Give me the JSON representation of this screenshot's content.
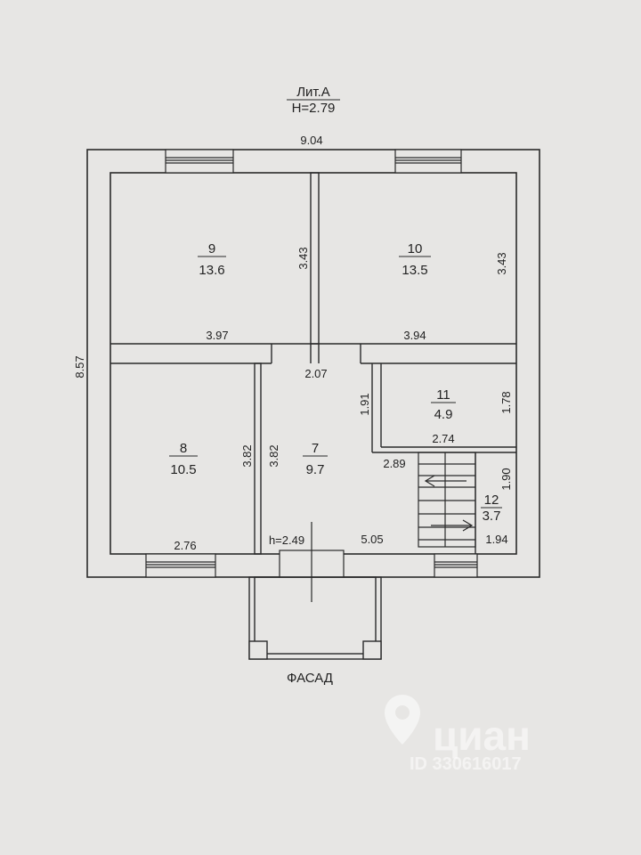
{
  "header": {
    "lit": "Лит.А",
    "height": "Н=2.79"
  },
  "facade_label": "ФАСАД",
  "overall": {
    "width": "9.04",
    "depth": "8.57"
  },
  "rooms": [
    {
      "id": "9",
      "number": "9",
      "area": "13.6",
      "dim_height": "3.43",
      "dim_width": "3.97"
    },
    {
      "id": "10",
      "number": "10",
      "area": "13.5",
      "dim_height": "3.43",
      "dim_width": "3.94"
    },
    {
      "id": "8",
      "number": "8",
      "area": "10.5",
      "dim_height": "3.82",
      "dim_width": "2.76"
    },
    {
      "id": "7",
      "number": "7",
      "area": "9.7",
      "dim_height": "3.82",
      "dim_width_top": "2.07",
      "dim_width_bottom": "5.05",
      "dim_mid": "2.89",
      "ceiling": "h=2.49"
    },
    {
      "id": "11",
      "number": "11",
      "area": "4.9",
      "dim_height": "1.78",
      "dim_left": "1.91",
      "dim_width": "2.74"
    },
    {
      "id": "12",
      "number": "12",
      "area": "3.7",
      "dim_height": "1.90",
      "dim_width": "1.94"
    }
  ],
  "watermark": {
    "brand": "циан",
    "id_text": "ID 330616017"
  },
  "colors": {
    "paper": "#e7e6e4",
    "line": "#2a2a2a"
  }
}
